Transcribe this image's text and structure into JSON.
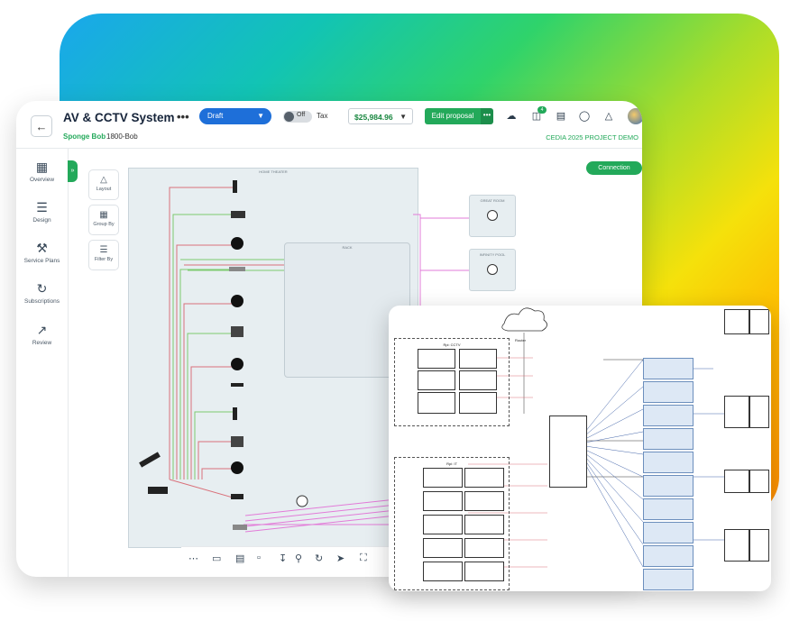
{
  "header": {
    "title": "AV & CCTV System",
    "more": "•••",
    "status": "Draft",
    "tax_toggle_state": "Off",
    "tax_label": "Tax",
    "price": "$25,984.96",
    "edit_button": "Edit proposal",
    "edit_more": "•••",
    "client_name": "Sponge Bob",
    "project_code": "1800-Bob",
    "project_name": "CEDIA 2025 PROJECT DEMO",
    "notification_badge": "4"
  },
  "sidebar": {
    "items": [
      {
        "label": "Overview",
        "icon": "overview-grid-icon"
      },
      {
        "label": "Design",
        "icon": "layers-icon"
      },
      {
        "label": "Service Plans",
        "icon": "wrench-icon"
      },
      {
        "label": "Subscriptions",
        "icon": "refresh-icon"
      },
      {
        "label": "Review",
        "icon": "chart-icon"
      }
    ]
  },
  "toolbar": {
    "tools": [
      {
        "label": "Layout",
        "icon": "layout-icon"
      },
      {
        "label": "Group By",
        "icon": "group-icon"
      },
      {
        "label": "Filter By",
        "icon": "filter-icon"
      }
    ],
    "connection_button": "Connection"
  },
  "canvas": {
    "main_group_label": "HOME THEATER",
    "rack_label": "RACK",
    "rooms": [
      {
        "label": "GREAT ROOM"
      },
      {
        "label": "INFINITY POOL"
      }
    ]
  },
  "panel2": {
    "group1_label": "Rpi: CCTV",
    "group2_label": "Rpi: IT",
    "cloud_label": "Router"
  },
  "colors": {
    "accent_green": "#23a95a",
    "draft_blue": "#1e6fd9",
    "wire_red": "#d9707a",
    "wire_green": "#7cc96e",
    "wire_pink": "#e27bd8"
  }
}
